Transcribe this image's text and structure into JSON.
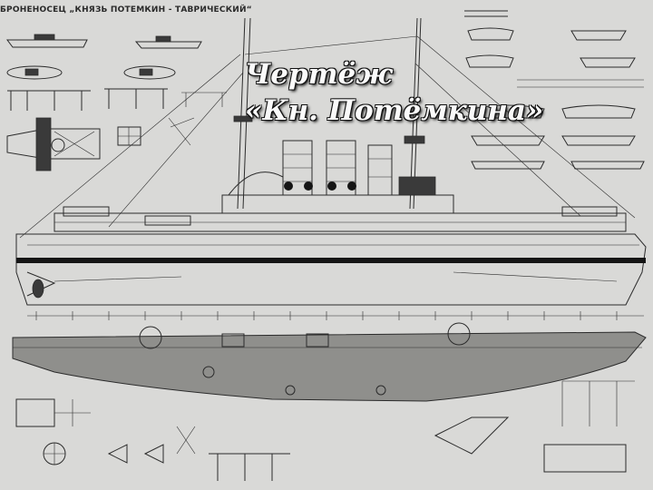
{
  "slide": {
    "caption_line1": "Чертёж",
    "caption_line2": "«Кн. Потёмкина»",
    "sheet_title": "БРОНЕНОСЕЦ „КНЯЗЬ ПОТЕМКИН - ТАВРИЧЕСКИЙ“"
  }
}
